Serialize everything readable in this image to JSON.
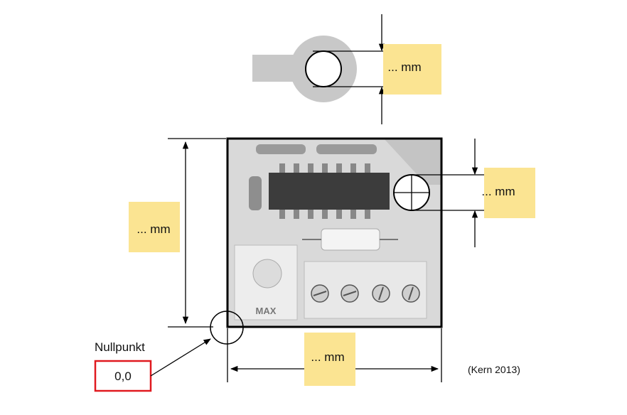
{
  "labels": {
    "dim_top": "... mm",
    "dim_left": "... mm",
    "dim_right": "... mm",
    "dim_bottom": "... mm",
    "origin_title": "Nullpunkt",
    "origin_value": "0,0",
    "source": "(Kern 2013)"
  },
  "colors": {
    "label_box": "#fbe492",
    "origin_box_border": "#e0191f",
    "ring": "#c8c8c8",
    "photo_bg": "#d9d9d9",
    "line": "#000000"
  }
}
